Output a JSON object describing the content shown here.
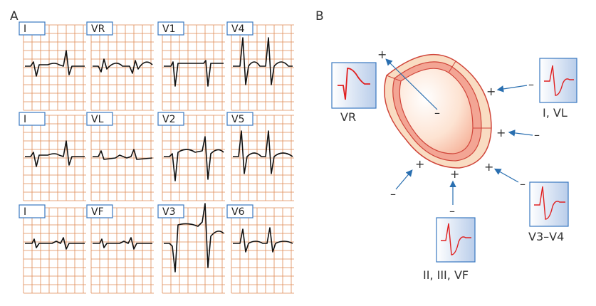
{
  "panel_a": {
    "label": "A",
    "leads": [
      {
        "label": "I",
        "shape": "small"
      },
      {
        "label": "VR",
        "shape": "vr"
      },
      {
        "label": "V1",
        "shape": "v1"
      },
      {
        "label": "V4",
        "shape": "v4"
      },
      {
        "label": "I",
        "shape": "small"
      },
      {
        "label": "VL",
        "shape": "flat"
      },
      {
        "label": "V2",
        "shape": "v2"
      },
      {
        "label": "V5",
        "shape": "v5"
      },
      {
        "label": "I",
        "shape": "tiny"
      },
      {
        "label": "VF",
        "shape": "tiny"
      },
      {
        "label": "V3",
        "shape": "v3"
      },
      {
        "label": "V6",
        "shape": "v6"
      }
    ],
    "grid_color": "#e08a55",
    "trace_color": "#111111"
  },
  "panel_b": {
    "label": "B",
    "leads": [
      {
        "caption": "VR",
        "positive": "+",
        "negative": "–"
      },
      {
        "caption": "I, VL",
        "positive": "+",
        "negative": "–"
      },
      {
        "caption": "V3–V4",
        "positive": "+",
        "negative": "–"
      },
      {
        "caption": "II, III, VF",
        "positive": "+",
        "negative": "–"
      }
    ],
    "extra_electrodes": [
      {
        "positive": "+",
        "negative": "–"
      },
      {
        "positive": "+",
        "negative": "–"
      }
    ],
    "center_sign": "–",
    "colors": {
      "arrow": "#2a6fb0",
      "heart_outer": "#f7dcc0",
      "heart_inner": "#f0a090",
      "heart_outline": "#d0453a",
      "box_fill": "#dde7f5",
      "box_border": "#3a78c0",
      "ecg_red": "#e02020"
    }
  }
}
